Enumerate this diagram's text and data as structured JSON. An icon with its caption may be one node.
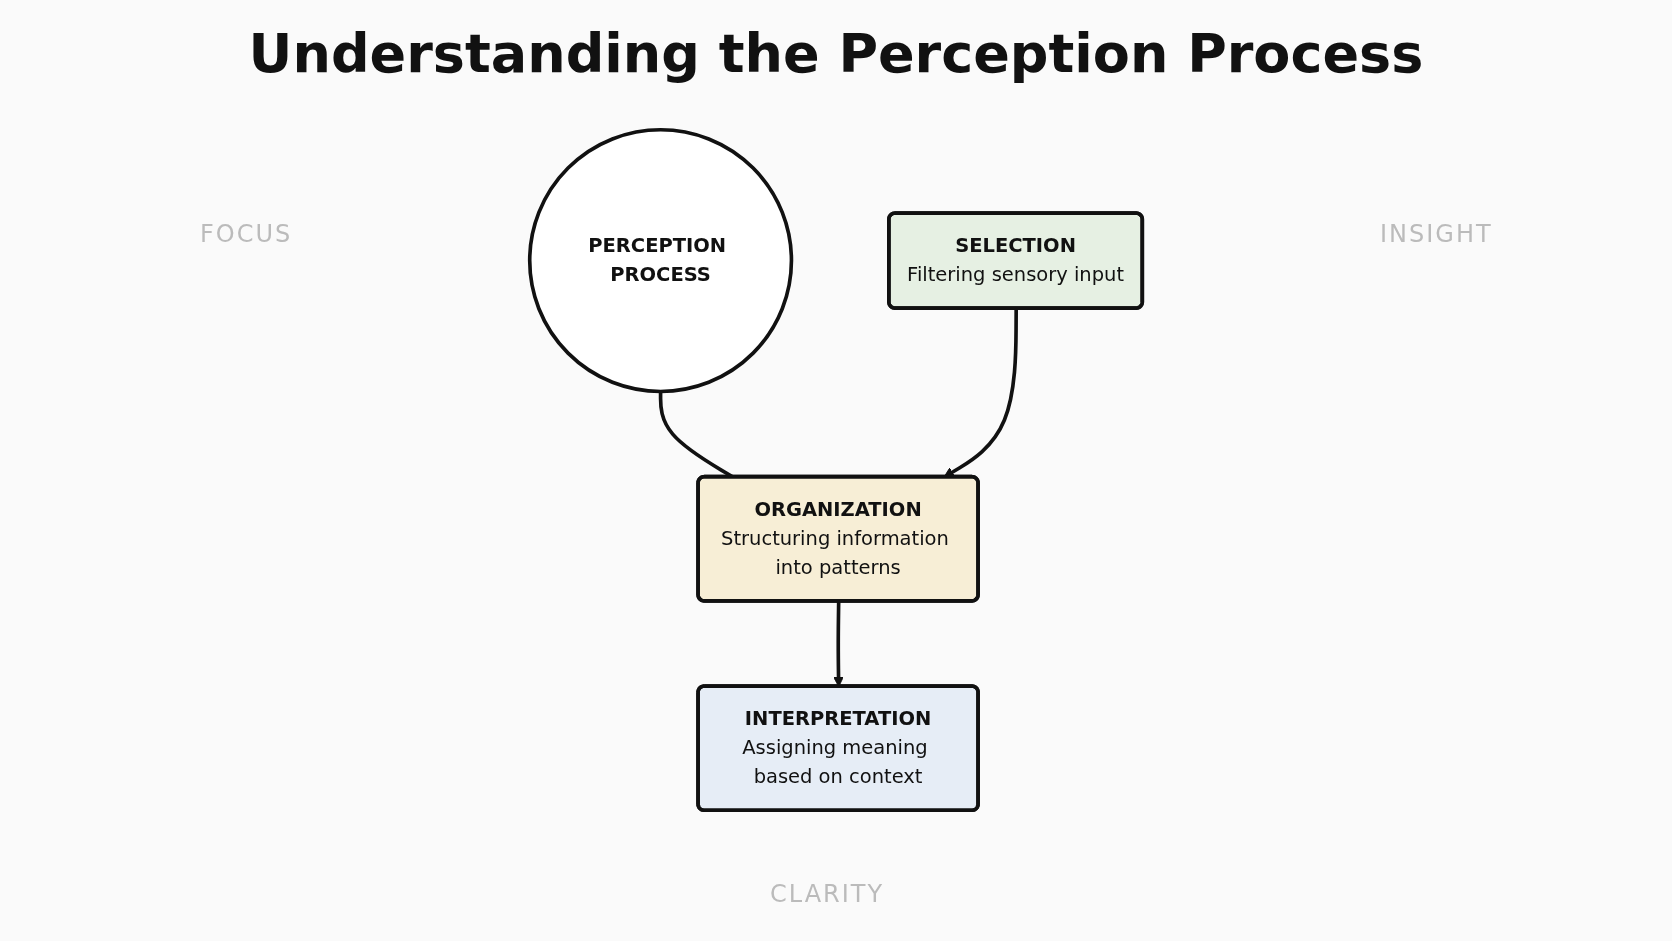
{
  "diagram": {
    "title": "Understanding the Perception Process",
    "nodes": [
      {
        "text": [
          "PERCEPTION PROCESS"
        ]
      },
      {
        "text": [
          "SELECTION",
          "Filtering sensory input"
        ]
      },
      {
        "text": [
          "ORGANIZATION",
          "Structuring information into patterns"
        ]
      },
      {
        "text": [
          "INTERPRETATION",
          "Assigning meaning based on context"
        ]
      }
    ],
    "edges": [
      {
        "from": 0,
        "to": 2,
        "arrow": "none"
      },
      {
        "from": 1,
        "to": 2,
        "arrow": "to"
      },
      {
        "from": 2,
        "to": 3,
        "arrow": "to"
      }
    ],
    "labels": [
      "FOCUS",
      "INSIGHT",
      "CLARITY"
    ]
  }
}
